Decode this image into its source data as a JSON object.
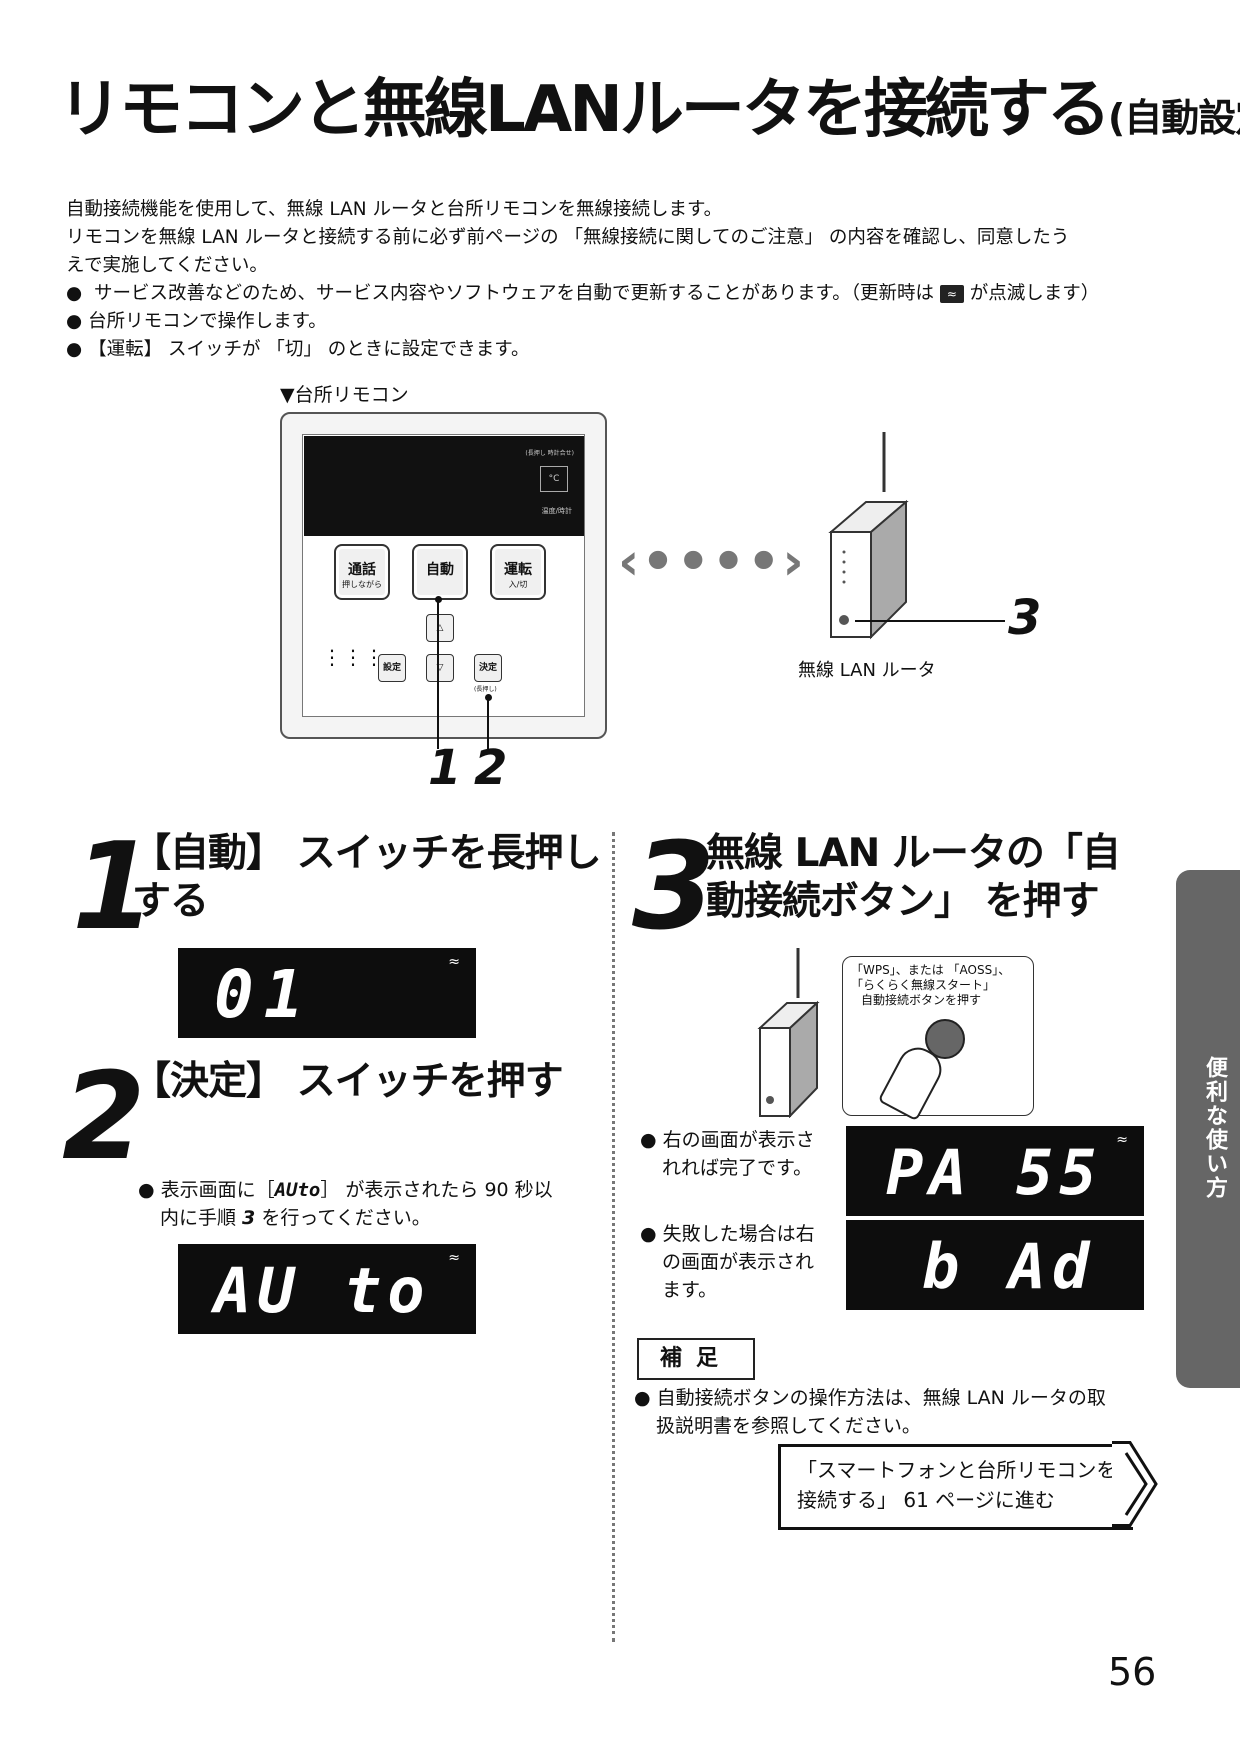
{
  "title": {
    "main": "リモコンと無線LANルータを接続する",
    "sub": "(自動設定)"
  },
  "intro": {
    "line1": "自動接続機能を使用して、無線 LAN ルータと台所リモコンを無線接続します。",
    "line2": "リモコンを無線 LAN ルータと接続する前に必ず前ページの 「無線接続に関してのご注意」 の内容を確認し、同意したう",
    "line3": "えで実施してください。",
    "bullet1_pre": "サービス改善などのため、サービス内容やソフトウェアを自動で更新することがあります。（更新時は",
    "bullet1_post": "が点滅します）",
    "bullet2": "台所リモコンで操作します。",
    "bullet3": "【運転】 スイッチが 「切」 のときに設定できます。"
  },
  "diagram": {
    "caption": "▼台所リモコン",
    "screen_top": "(長押し 時計合せ)",
    "screen_bottom": "温度/時計",
    "btn_call": "通話",
    "btn_call_sub": "押しながら",
    "btn_auto": "自動",
    "btn_run": "運転",
    "btn_run_sub": "入/切",
    "btn_set": "設定",
    "btn_ok": "決定",
    "lock_label": "(長押し)",
    "callout1": "1",
    "callout2": "2",
    "callout3": "3",
    "router_label": "無線 LAN ルータ"
  },
  "step1": {
    "num": "1",
    "title_l1": "【自動】 スイッチを長押し",
    "title_l2": "する",
    "display": "01"
  },
  "step2": {
    "num": "2",
    "title": "【決定】 スイッチを押す",
    "note_pre": "表示画面に［",
    "note_code": "AUto",
    "note_mid": "］ が表示されたら 90 秒以",
    "note_l2_pre": "内に手順 ",
    "note_step": "3",
    "note_l2_post": " を行ってください。",
    "display": "AU to"
  },
  "step3": {
    "num": "3",
    "title_l1": "無線 LAN ルータの「自",
    "title_l2": "動接続ボタン」 を押す",
    "bubble_l1": "「WPS」、または 「AOSS」、",
    "bubble_l2": "「らくらく無線スタート」",
    "bubble_l3": "自動接続ボタンを押す",
    "ok_l1": "右の画面が表示さ",
    "ok_l2": "れれば完了です。",
    "ok_display": "PA 55",
    "ng_l1": "失敗した場合は右",
    "ng_l2": "の画面が表示され",
    "ng_l3": "ます。",
    "ng_display": "b Ad"
  },
  "supplement": {
    "label": "補足",
    "text_l1": "自動接続ボタンの操作方法は、無線 LAN ルータの取",
    "text_l2": "扱説明書を参照してください。",
    "link_l1": "「スマートフォンと台所リモコンを",
    "link_l2": "接続する」 61 ページに進む"
  },
  "side_tab": "便利な使い方",
  "page_number": "56"
}
